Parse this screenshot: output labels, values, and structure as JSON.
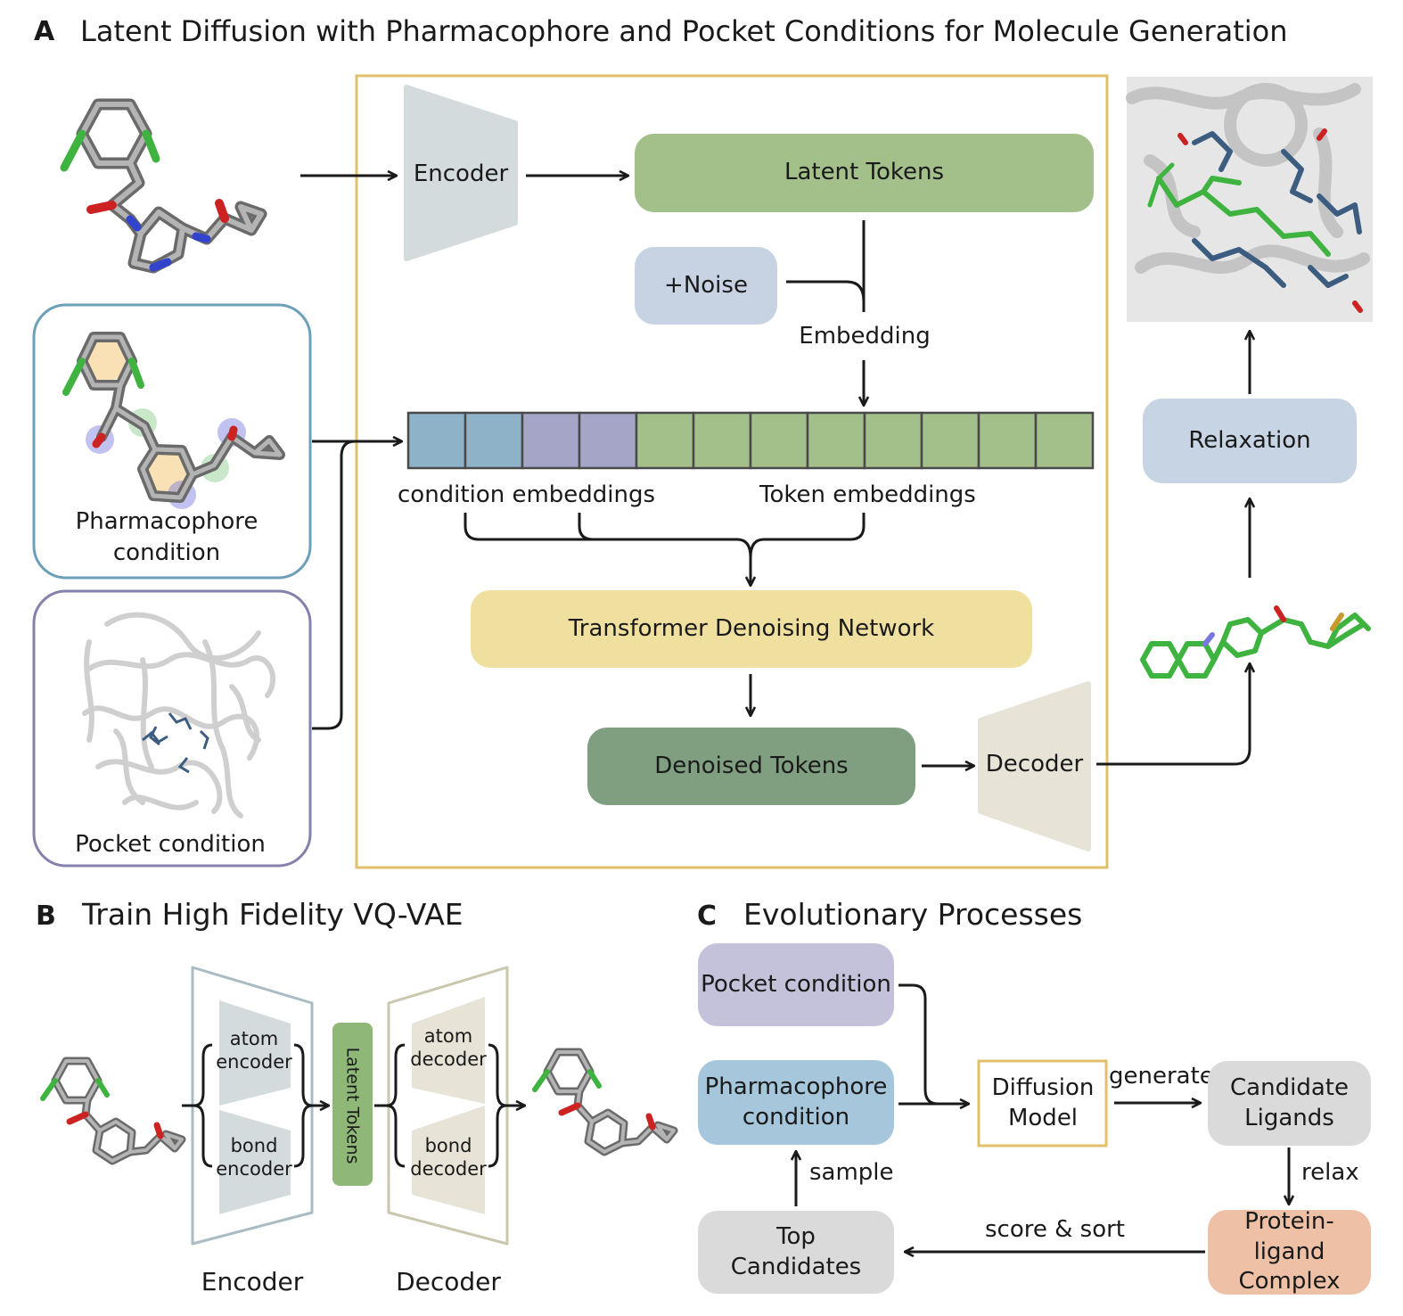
{
  "panel_a": {
    "letter": "A",
    "title": "Latent Diffusion with Pharmacophore and Pocket Conditions for Molecule Generation",
    "encoder": "Encoder",
    "latent_tokens": "Latent Tokens",
    "noise": "+Noise",
    "embedding": "Embedding",
    "condition_embeddings": "condition embeddings",
    "token_embeddings": "Token embeddings",
    "transformer": "Transformer Denoising Network",
    "denoised_tokens": "Denoised Tokens",
    "decoder": "Decoder",
    "relaxation": "Relaxation",
    "pharmacophore_condition": "Pharmacophore condition",
    "pocket_condition": "Pocket condition"
  },
  "panel_b": {
    "letter": "B",
    "title": "Train High Fidelity VQ-VAE",
    "atom_encoder": "atom encoder",
    "bond_encoder": "bond encoder",
    "latent_tokens": "Latent Tokens",
    "atom_decoder": "atom decoder",
    "bond_decoder": "bond decoder",
    "encoder": "Encoder",
    "decoder": "Decoder"
  },
  "panel_c": {
    "letter": "C",
    "title": "Evolutionary Processes",
    "pocket_condition": "Pocket condition",
    "pharmacophore_condition": "Pharmacophore condition",
    "diffusion_model": "Diffusion Model",
    "generate": "generate",
    "candidate_ligands": "Candidate Ligands",
    "relax": "relax",
    "protein_ligand_complex": "Protein-ligand Complex",
    "score_sort": "score & sort",
    "top_candidates": "Top Candidates",
    "sample": "sample"
  },
  "colors": {
    "frame_gold": "#e0c06a",
    "encoder_gray": "#d3dbdd",
    "latent_green": "#a3bf8a",
    "noise_blue": "#c7d3e3",
    "cond_blue": "#8eb3c9",
    "cond_purple": "#a5a5c8",
    "transformer_yellow": "#f0e0a0",
    "denoised_green": "#7f9f80",
    "decoder_beige": "#e7e3d6",
    "relax_blue": "#c6d4e4",
    "pharm_blue": "#a6c7db",
    "pocket_purple": "#c3c2da",
    "candidate_gray": "#dadada",
    "complex_salmon": "#eec1a7"
  }
}
